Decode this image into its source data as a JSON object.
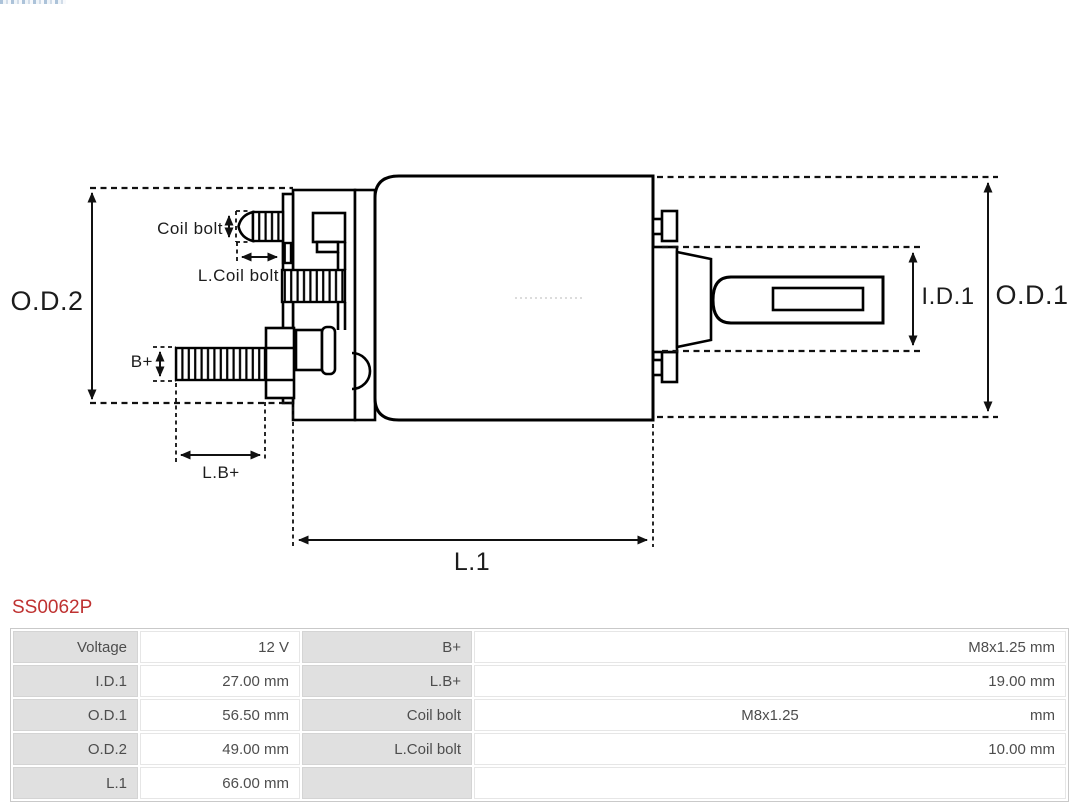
{
  "colors": {
    "part_number": "#bf3231",
    "label_cell_bg": "#e0e0e0",
    "line": "#000000"
  },
  "part": {
    "number": "SS0062P"
  },
  "diagram": {
    "labels": {
      "od2": "O.D.2",
      "od1": "O.D.1",
      "id1": "I.D.1",
      "l1": "L.1",
      "coil_bolt": "Coil bolt",
      "l_coil_bolt": "L.Coil bolt",
      "b_plus": "B+",
      "l_b_plus": "L.B+"
    }
  },
  "spec_table": {
    "rows": [
      {
        "label1": "Voltage",
        "value1": "12 V",
        "label2": "B+",
        "value2_center": "",
        "value2_right": "M8x1.25 mm"
      },
      {
        "label1": "I.D.1",
        "value1": "27.00 mm",
        "label2": "L.B+",
        "value2_center": "",
        "value2_right": "19.00 mm"
      },
      {
        "label1": "O.D.1",
        "value1": "56.50 mm",
        "label2": "Coil bolt",
        "value2_center": "M8x1.25",
        "value2_right": "mm"
      },
      {
        "label1": "O.D.2",
        "value1": "49.00 mm",
        "label2": "L.Coil bolt",
        "value2_center": "",
        "value2_right": "10.00 mm"
      },
      {
        "label1": "L.1",
        "value1": "66.00 mm",
        "label2": "",
        "value2_center": "",
        "value2_right": ""
      }
    ]
  }
}
